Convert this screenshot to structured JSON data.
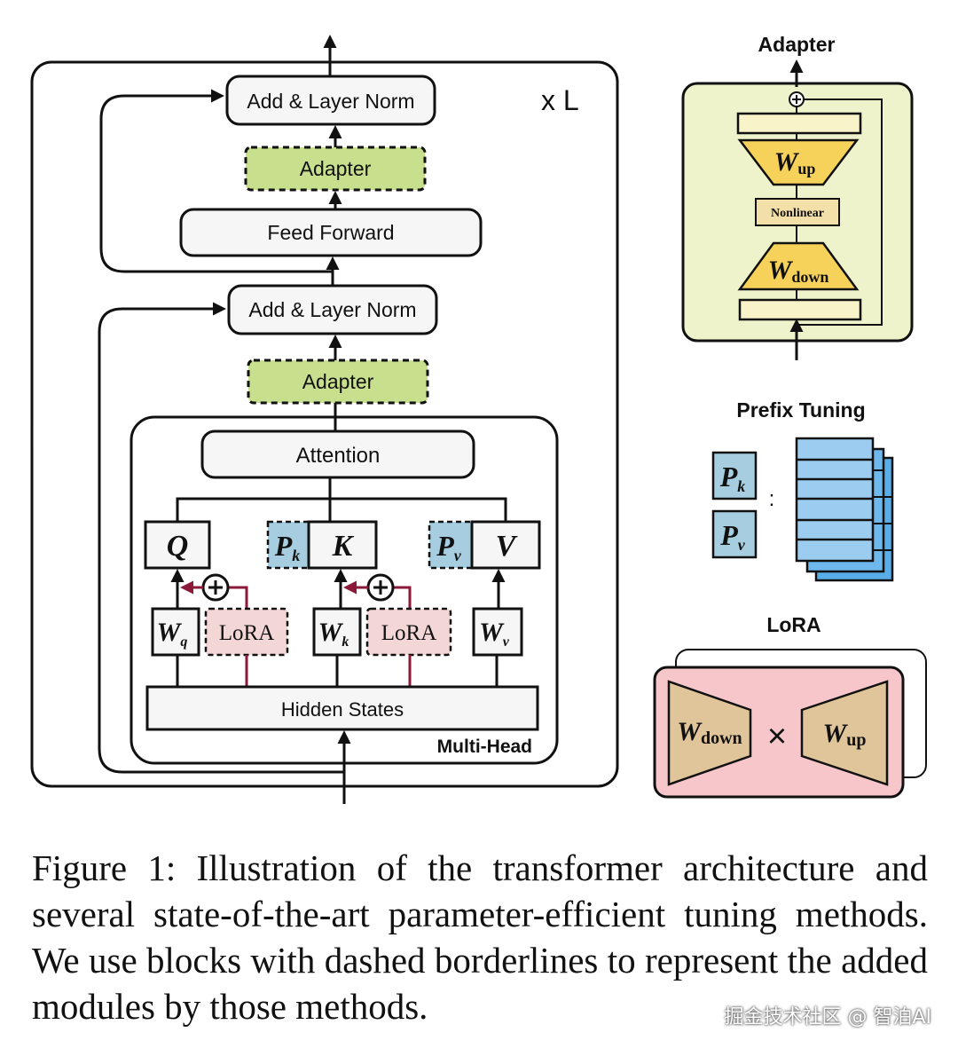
{
  "transformer": {
    "repeat": "x L",
    "add_norm_top": "Add & Layer Norm",
    "adapter_top": "Adapter",
    "feed_forward": "Feed Forward",
    "add_norm_bottom": "Add & Layer Norm",
    "adapter_bottom": "Adapter",
    "attention": "Attention",
    "q": "Q",
    "k": "K",
    "v": "V",
    "pk_main": "P",
    "pk_sub": "k",
    "pv_main": "P",
    "pv_sub": "v",
    "wq_main": "W",
    "wq_sub": "q",
    "wk_main": "W",
    "wk_sub": "k",
    "wv_main": "W",
    "wv_sub": "v",
    "lora_left": "LoRA",
    "lora_right": "LoRA",
    "hidden_states": "Hidden States",
    "multi_head": "Multi-Head"
  },
  "adapter_panel": {
    "title": "Adapter",
    "w_up_main": "W",
    "w_up_sub": "up",
    "nonlinear": "Nonlinear",
    "w_down_main": "W",
    "w_down_sub": "down"
  },
  "prefix_panel": {
    "title": "Prefix Tuning",
    "pk_main": "P",
    "pk_sub": "k",
    "pv_main": "P",
    "pv_sub": "v",
    "separator": ":"
  },
  "lora_panel": {
    "title": "LoRA",
    "w_down_main": "W",
    "w_down_sub": "down",
    "times": "×",
    "w_up_main": "W",
    "w_up_sub": "up"
  },
  "colors": {
    "adapter_green": "#c8df8e",
    "adapter_panel_bg": "#eef3cc",
    "prefix_blue": "#a6cde0",
    "prefix_stack": "#5aaee8",
    "lora_pink": "#f3d6d6",
    "lora_panel_bg": "#f6c6ca",
    "lora_arrow": "#8b1a3a",
    "trapezoid_yellow": "#f6d25a",
    "trapezoid_tan": "#e0c49a"
  },
  "caption": "Figure 1: Illustration of the transformer architecture and several state-of-the-art parameter-efficient tuning methods. We use blocks with dashed borderlines to represent the added modules by those methods.",
  "watermark": "掘金技术社区 @ 智泊AI"
}
